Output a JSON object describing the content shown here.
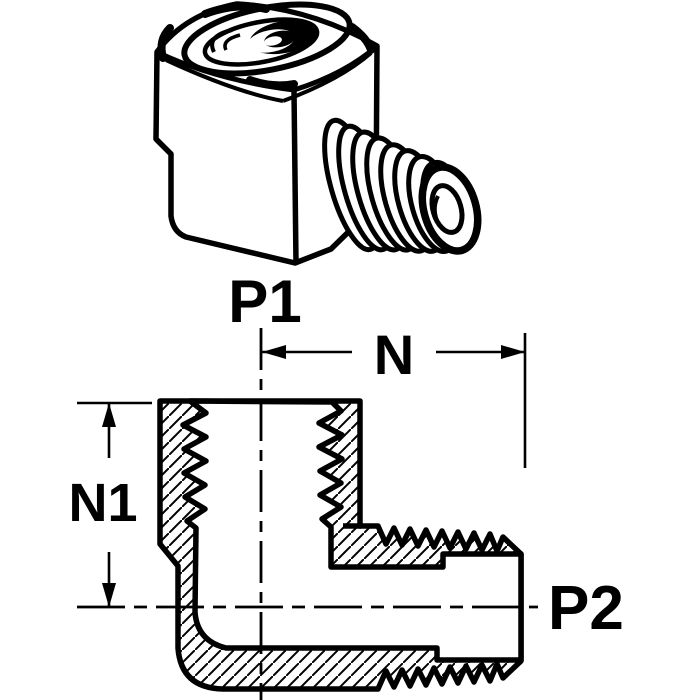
{
  "diagram": {
    "type": "technical-drawing-pipe-fitting-90-degree-elbow",
    "colors": {
      "line": "#000000",
      "background": "#ffffff"
    },
    "pictorial_view": {
      "port_label": "P1"
    },
    "section_view": {
      "width_dim_label": "N",
      "height_dim_label": "N1",
      "port_label": "P2"
    }
  }
}
